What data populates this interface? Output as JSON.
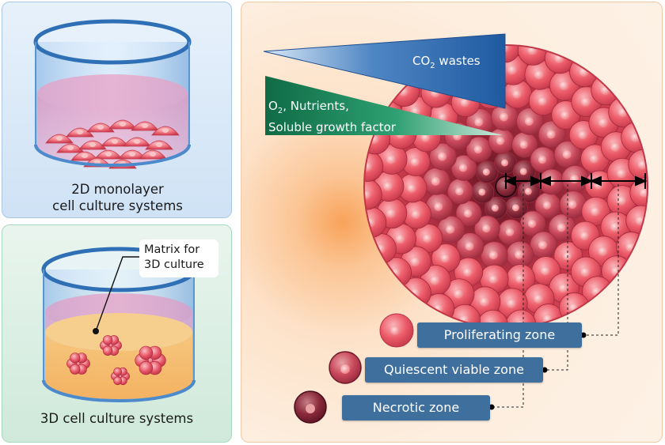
{
  "panels": {
    "monolayer": {
      "caption_line1": "2D monolayer",
      "caption_line2": "cell culture systems"
    },
    "three_d": {
      "matrix_line1": "Matrix for",
      "matrix_line2": "3D culture",
      "caption": "3D cell culture systems"
    },
    "spheroid": {
      "co2_main": "CO",
      "co2_sub": "2",
      "co2_rest": " wastes",
      "o2_main": "O",
      "o2_sub": "2",
      "o2_rest": ", Nutrients,",
      "o2_line2": "Soluble growth factor",
      "zones": [
        {
          "label": "Proliferating zone"
        },
        {
          "label": "Quiescent viable zone"
        },
        {
          "label": "Necrotic zone"
        }
      ]
    }
  },
  "colors": {
    "cell": "#e8505f",
    "nucleus": "#f6a6a6",
    "zone_label_bg": "#3f6f9d",
    "co2_gradient": "#2a63a8",
    "o2_gradient": "#1a8a5c",
    "necrotic": "#7a1e2e"
  }
}
